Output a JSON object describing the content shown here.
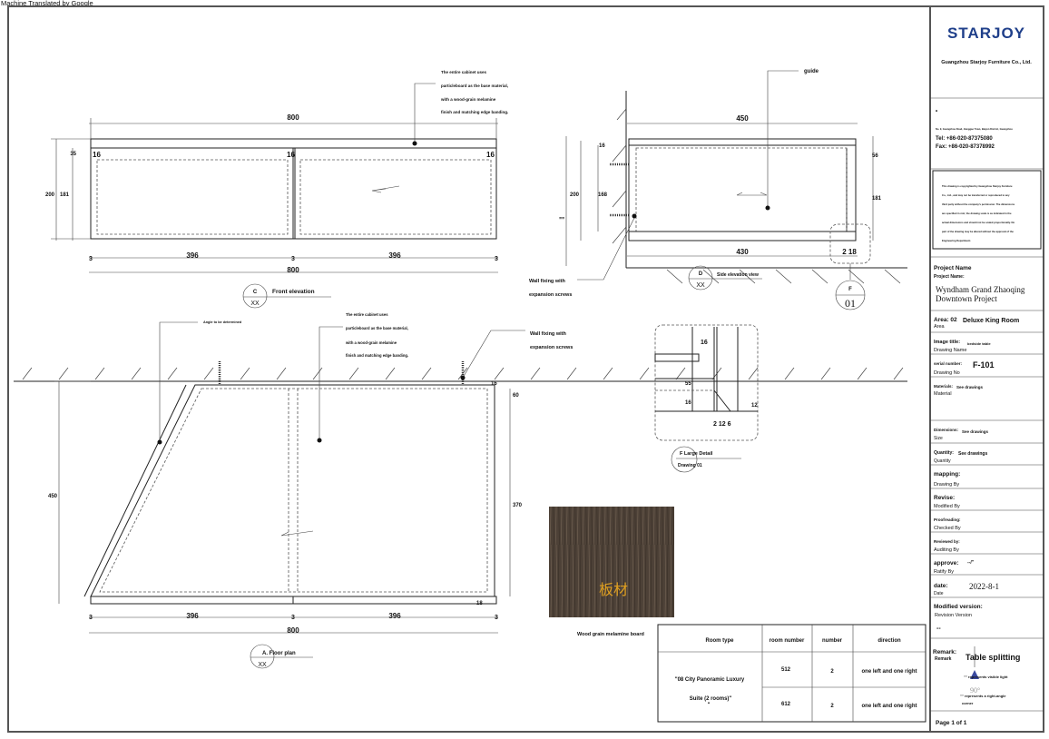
{
  "header_note": "Machine Translated by Google",
  "title_block": {
    "logo": "STARJOY",
    "company": "Guangzhou Starjoy Furniture Co., Ltd.",
    "bullet": "•",
    "address": "No. 9, Guangzhou Road, Jianggao Town, Baiyun District, Guangzhou",
    "tel": "Tel: +86-020-87375080",
    "fax": "Fax: +86-020-87378992",
    "copyright": [
      "This drawing is copyrighted by Guangzhou Starjoy Furniture",
      "Co., Ltd., and may not be transferred or reproduced to any",
      "third party without the company's permission. The dimensions",
      "are specified in mm; the drawing scale is as indicated in the",
      "actual dimensions and should not be scaled proportionally. No",
      "part of the drawing may be altered without the approval of the",
      "Engineering Department."
    ],
    "project_name_label": "Project Name",
    "project_name_sub": "Project Name:",
    "project_name": [
      "Wyndham Grand Zhaoqing",
      "Downtown Project"
    ],
    "area_label": "Area: 02",
    "area_sub": "Area",
    "area_value": "Deluxe King Room",
    "image_title_label": "Image title:",
    "image_title_value": "bedside table",
    "image_title_sub": "Drawing Name",
    "serial_label": "serial number:",
    "serial_value": "F-101",
    "serial_sub": "Drawing No",
    "materials_label": "Materials:",
    "materials_value": "See drawings",
    "materials_sub": "Material",
    "dimensions_label": "Dimensions:",
    "dimensions_value": "See drawings",
    "dimensions_sub": "Size",
    "quantity_label": "Quantity:",
    "quantity_value": "See drawings",
    "quantity_sub": "Quantity",
    "mapping_label": "mapping:",
    "mapping_sub": "Drawing By",
    "revise_label": "Revise:",
    "revise_sub": "Modified By",
    "proofreading_label": "Proofreading:",
    "proofreading_sub": "Checked By",
    "reviewed_label": "Reviewed by:",
    "reviewed_sub": "Auditing By",
    "approve_label": "approve:",
    "approve_value": "--/\"",
    "approve_sub": "Ratify By",
    "date_label": "date:",
    "date_value": "2022-8-1",
    "date_sub": "Date",
    "modified_label": "Modified version:",
    "modified_sub": "Revision Version",
    "modified_value": "--",
    "remark_label": "Remark:",
    "remark_sub": "Remark",
    "remark_title": "Table splitting",
    "remark_line1": "\"\" represents visible light",
    "remark_angle": "90°",
    "remark_line2": "\"\" represents a right-angle",
    "remark_line3": "corner",
    "page": "Page  1  of 1"
  },
  "front_elevation": {
    "label_top": "C",
    "label_bottom": "XX",
    "title": "Front elevation",
    "dims": {
      "top": "800",
      "left_outer": "200",
      "left_inner": "181",
      "left_top": "35",
      "panel_l": "16",
      "panel_m": "16",
      "panel_r": "16",
      "bottom_l": "396",
      "bottom_r": "396",
      "bottom_total": "800",
      "small_l": "3",
      "small_m": "3",
      "small_r": "3"
    },
    "note": [
      "The entire cabinet uses",
      "particleboard as the base material,",
      "with a wood-grain melamine",
      "finish and matching edge banding."
    ]
  },
  "side_elevation": {
    "label_top": "D",
    "label_bottom": "XX",
    "title": "Side elevation view",
    "guide": "guide",
    "dims": {
      "top": "450",
      "bottom": "430",
      "left_outer": "200",
      "left_inner": "168",
      "left_top": "16",
      "left_far": "==",
      "right_top": "56",
      "right": "181",
      "corner": "2 18"
    },
    "wall_fix": [
      "Wall fixing with",
      "expansion screws"
    ],
    "detail_label_top": "F",
    "detail_label_bottom": "01"
  },
  "floor_plan": {
    "label_top": "A. Floor plan",
    "label_bottom": "XX",
    "angle_note": "Angle to be determined",
    "note": [
      "The entire cabinet uses",
      "particleboard as the base material,",
      "with a wood-grain melamine",
      "finish and matching edge banding."
    ],
    "wall_fix": [
      "Wall fixing with",
      "expansion screws"
    ],
    "dims": {
      "left": "450",
      "right": "370",
      "top_right": "60",
      "corner": "16",
      "bottom_l": "396",
      "bottom_r": "396",
      "bottom_total": "800",
      "small_l": "3",
      "small_m": "3",
      "small_r": "3",
      "bottom_corner": "18"
    }
  },
  "detail": {
    "title": "F Large Detail",
    "subtitle": "Drawing 01",
    "dims": {
      "top": "16",
      "mid": "55",
      "low": "16",
      "right": "12",
      "bottom": "2 12 6"
    }
  },
  "material": {
    "swatch_text": "板材",
    "caption": "Wood grain melamine board",
    "colors": {
      "wood": "#4d4137",
      "text": "#e0a020"
    }
  },
  "table": {
    "headers": [
      "Room type",
      "room number",
      "number",
      "direction"
    ],
    "room_type": [
      "\"08 City Panoramic Luxury",
      "Suite (2 rooms)\"",
      "\""
    ],
    "rows": [
      {
        "room_number": "512",
        "number": "2",
        "direction": "one left and one right"
      },
      {
        "room_number": "612",
        "number": "2",
        "direction": "one left and one right"
      }
    ]
  },
  "colors": {
    "logo": "#1f3f8a",
    "logo_accent": "#d02020"
  }
}
